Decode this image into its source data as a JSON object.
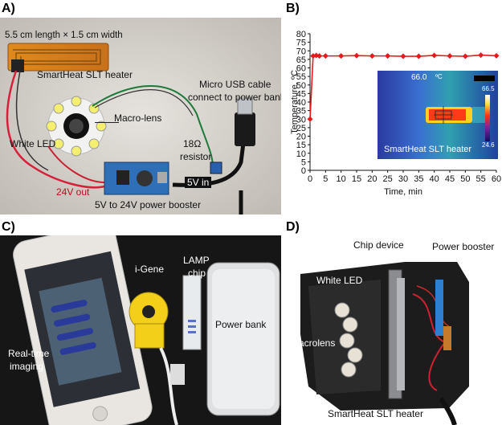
{
  "panel_a": {
    "letter": "A)",
    "heater_dims": "5.5 cm length × 1.5 cm width",
    "heater": "SmartHeat SLT heater",
    "usb_line1": "Micro USB cable",
    "usb_line2": "connect to power bank",
    "macro_lens": "Macro-lens",
    "white_led": "White LED",
    "resistor_value": "18Ω",
    "resistor": "resistor",
    "v5_in": "5V in",
    "v24_out": "24V out",
    "booster": "5V to 24V power booster"
  },
  "panel_b": {
    "letter": "B)",
    "inset_label": "SmartHeat SLT heater",
    "inset_reading": "66.0",
    "inset_unit": "ºC",
    "inset_max": "66.5",
    "inset_min": "24.6"
  },
  "panel_c": {
    "letter": "C)",
    "igene": "i-Gene",
    "lamp_line1": "LAMP",
    "lamp_line2": "chip",
    "power_bank": "Power bank",
    "realtime_line1": "Real-time",
    "realtime_line2": "imaging"
  },
  "panel_d": {
    "letter": "D)",
    "chip_device": "Chip device",
    "power_booster": "Power booster",
    "white_led": "White LED",
    "macrolens": "Macrolens",
    "heater": "SmartHeat SLT heater"
  },
  "chart_data": {
    "type": "line",
    "xlabel": "Time, min",
    "ylabel": "Temperature, ºC",
    "xlim": [
      0,
      60
    ],
    "ylim": [
      0,
      80
    ],
    "xticks": [
      0,
      5,
      10,
      15,
      20,
      25,
      30,
      35,
      40,
      45,
      50,
      55,
      60
    ],
    "yticks": [
      0,
      5,
      10,
      15,
      20,
      25,
      30,
      35,
      40,
      45,
      50,
      55,
      60,
      65,
      70,
      75,
      80
    ],
    "series": [
      {
        "color": "#e8191b",
        "x": [
          0,
          1,
          2,
          3,
          5,
          10,
          15,
          20,
          25,
          30,
          35,
          40,
          45,
          50,
          55,
          60
        ],
        "y": [
          30,
          67,
          67.3,
          67,
          67,
          67,
          67.2,
          67,
          67,
          66.8,
          66.8,
          67.3,
          67,
          66.8,
          67.5,
          67.1
        ]
      }
    ]
  }
}
